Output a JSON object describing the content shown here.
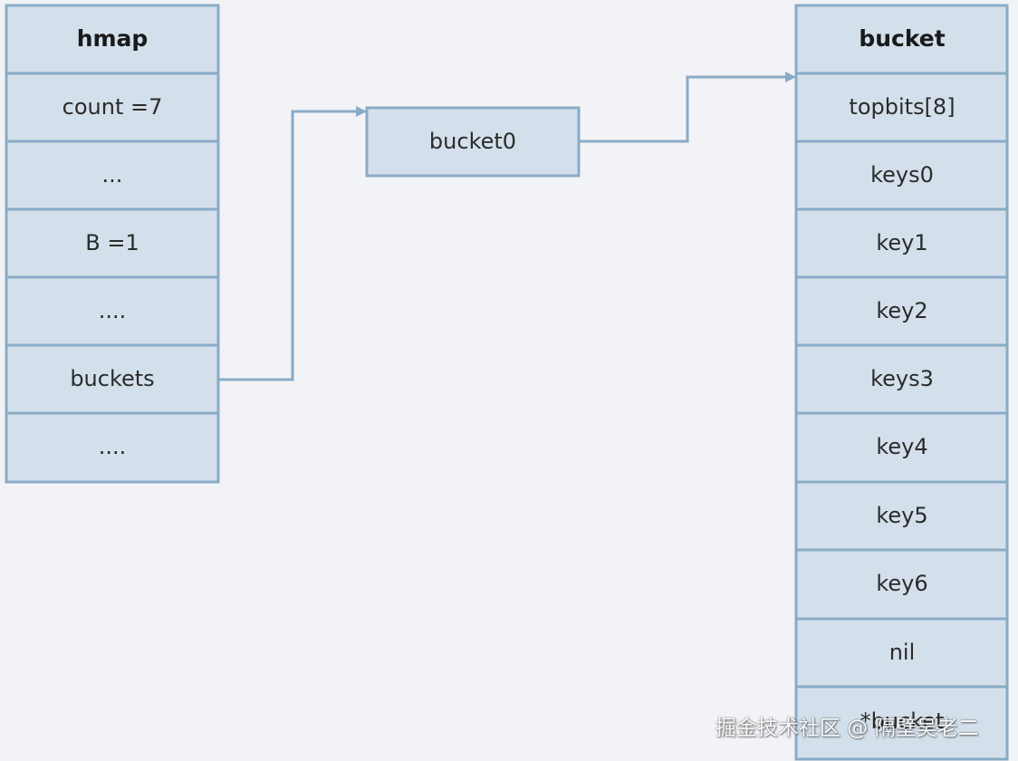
{
  "hmap": {
    "title": "hmap",
    "fields": [
      "count =7",
      "...",
      "B =1",
      "....",
      "buckets",
      "...."
    ]
  },
  "pointer_box": {
    "label": "bucket0"
  },
  "bucket": {
    "title": "bucket",
    "fields": [
      "topbits[8]",
      "keys0",
      "key1",
      "key2",
      "keys3",
      "key4",
      "key5",
      "key6",
      "nil",
      "*bucket"
    ]
  },
  "watermark": "掘金技术社区 @ 隔壁吴老二",
  "colors": {
    "background": "#f2f3f7",
    "cell_fill": "#d3e0eb",
    "cell_stroke": "#8aabc6",
    "text": "#2b2b2b"
  }
}
